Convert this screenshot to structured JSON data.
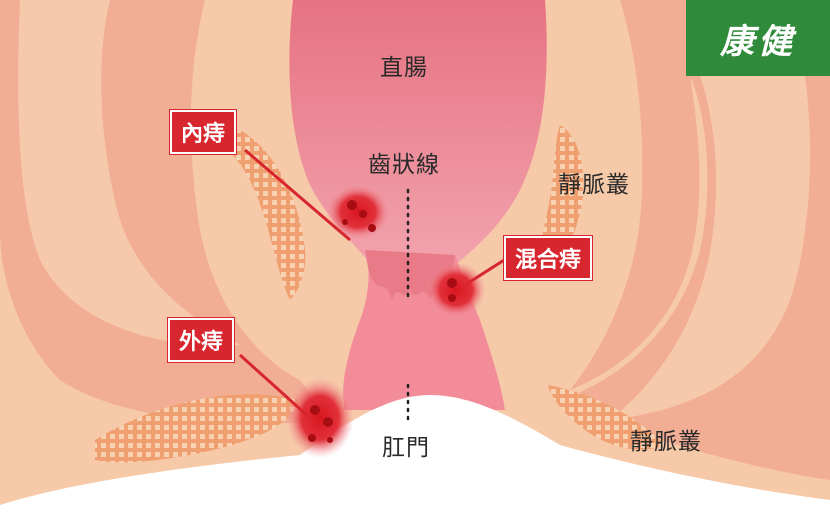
{
  "brand": {
    "logo_text": "康健",
    "logo_color": "#2f8a3a"
  },
  "labels": {
    "rectum": "直腸",
    "dentate_line": "齒狀線",
    "anus": "肛門",
    "plexus_right_upper": "靜脈叢",
    "plexus_right_lower": "靜脈叢"
  },
  "tags": {
    "internal": "內痔",
    "external": "外痔",
    "mixed": "混合痔"
  },
  "colors": {
    "tag_red": "#d8262e",
    "skin": "#f6c8a6",
    "muscle": "#f0a58c",
    "rectum": "#e77a86",
    "canal": "#f38f9a"
  }
}
